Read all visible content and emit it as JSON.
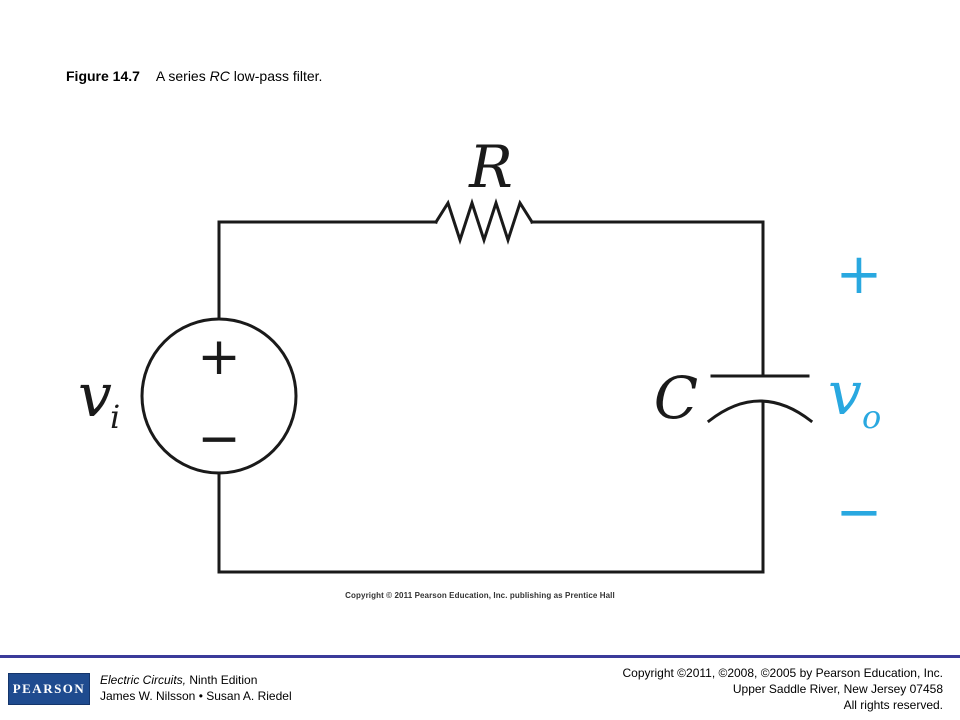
{
  "caption": {
    "figure_number": "Figure 14.7",
    "text_before": "A series ",
    "text_italic": "RC",
    "text_after": " low-pass filter."
  },
  "circuit": {
    "resistor_label": "R",
    "capacitor_label": "C",
    "source_symbol": "v",
    "source_subscript": "i",
    "source_plus": "+",
    "source_minus": "−",
    "output_symbol": "v",
    "output_subscript": "o",
    "output_plus": "+",
    "output_minus": "−",
    "output_color": "#29a8e0",
    "wire_color": "#1a1a1a"
  },
  "figure_copyright": "Copyright © 2011 Pearson Education, Inc. publishing as Prentice Hall",
  "footer": {
    "logo_text": "PEARSON",
    "book_title": "Electric Circuits,",
    "book_edition": " Ninth Edition",
    "authors": "James W. Nilsson • Susan A. Riedel",
    "copyright_line1": "Copyright ©2011, ©2008, ©2005 by Pearson Education, Inc.",
    "copyright_line2": "Upper Saddle River, New Jersey 07458",
    "copyright_line3": "All rights reserved."
  }
}
